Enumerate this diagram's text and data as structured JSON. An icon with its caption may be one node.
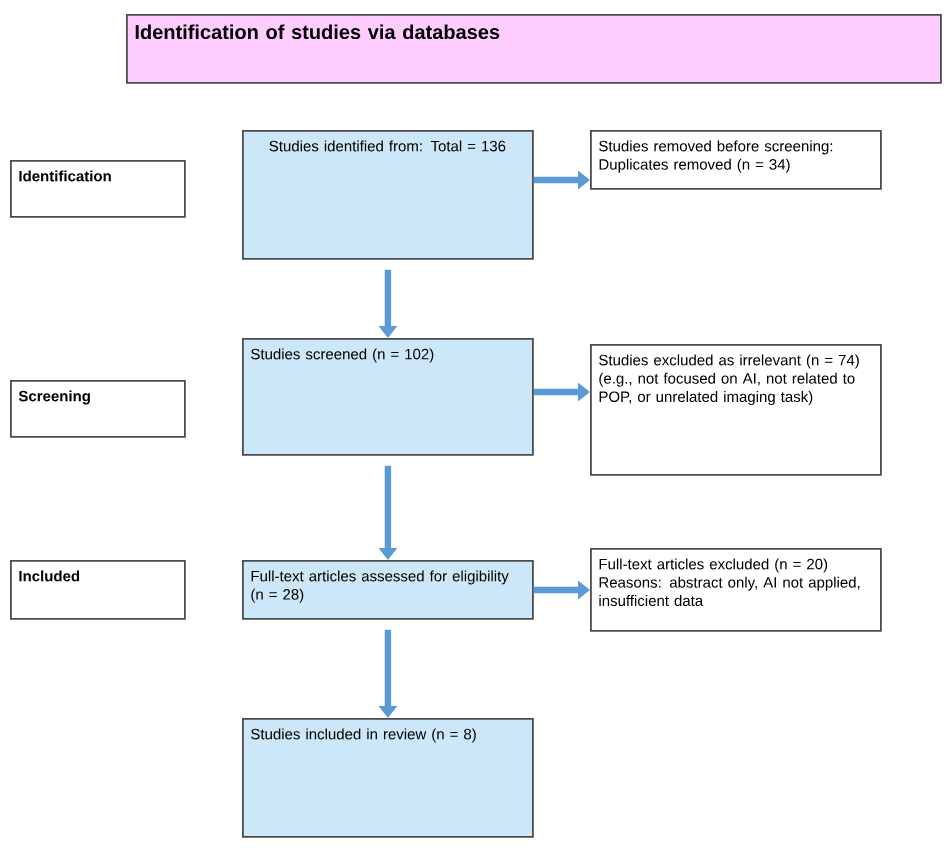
{
  "diagram": {
    "nodes": [
      {
        "text": [
          "Identification of studies via databases"
        ]
      },
      {
        "text": [
          "Identification"
        ]
      },
      {
        "text": [
          "Studies identified from: Total = 136"
        ]
      },
      {
        "text": [
          "Studies removed before screening: Duplicates removed (n = 34)"
        ]
      },
      {
        "text": [
          "Screening"
        ]
      },
      {
        "text": [
          "Studies screened (n = 102)"
        ]
      },
      {
        "text": [
          "Studies excluded as irrelevant (n = 74) (e.g., not focused on AI, not related to POP, or unrelated imaging task)"
        ]
      },
      {
        "text": [
          "Included"
        ]
      },
      {
        "text": [
          "Full-text articles assessed for eligibility (n = 28)"
        ]
      },
      {
        "text": [
          "Full-text articles excluded (n = 20) Reasons: abstract only, AI not applied, insufficient data"
        ]
      },
      {
        "text": [
          "Studies included in review (n = 8)"
        ]
      }
    ],
    "edges": [
      {
        "from": 2,
        "to": 3,
        "arrow": "to"
      },
      {
        "from": 2,
        "to": 5,
        "arrow": "to"
      },
      {
        "from": 5,
        "to": 6,
        "arrow": "to"
      },
      {
        "from": 5,
        "to": 8,
        "arrow": "to"
      },
      {
        "from": 8,
        "to": 9,
        "arrow": "to"
      },
      {
        "from": 8,
        "to": 10,
        "arrow": "to"
      }
    ]
  }
}
